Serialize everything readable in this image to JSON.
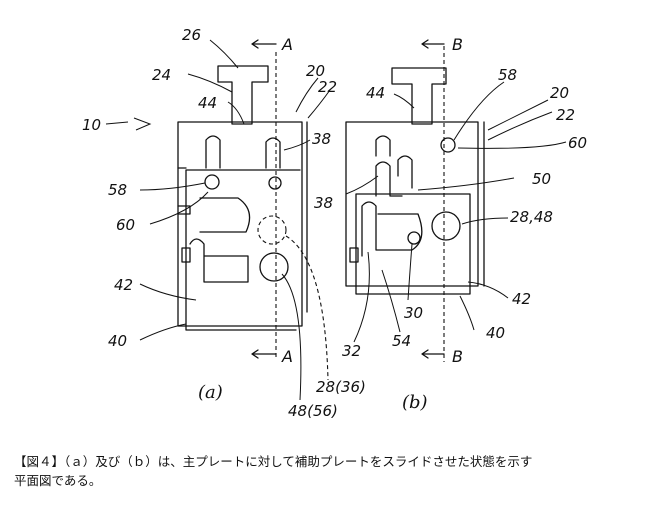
{
  "caption": {
    "line1": "【図４】（ａ）及び（ｂ）は、主プレートに対して補助プレートをスライドさせた状態を示す",
    "line2": "平面図である。"
  },
  "subfigures": {
    "a": "(a)",
    "b": "(b)"
  },
  "sections": {
    "A": "A",
    "B": "B"
  },
  "labels": {
    "l10": "10",
    "a": {
      "l26": "26",
      "l24": "24",
      "l44": "44",
      "l20": "20",
      "l22": "22",
      "l38": "38",
      "l58": "58",
      "l60": "60",
      "l42": "42",
      "l40": "40",
      "l28": "28(36)",
      "l48": "48(56)"
    },
    "b": {
      "l58": "58",
      "l20": "20",
      "l22": "22",
      "l44": "44",
      "l60": "60",
      "l50": "50",
      "l38": "38",
      "l2848": "28,48",
      "l42": "42",
      "l30": "30",
      "l32": "32",
      "l54": "54",
      "l40": "40"
    }
  }
}
